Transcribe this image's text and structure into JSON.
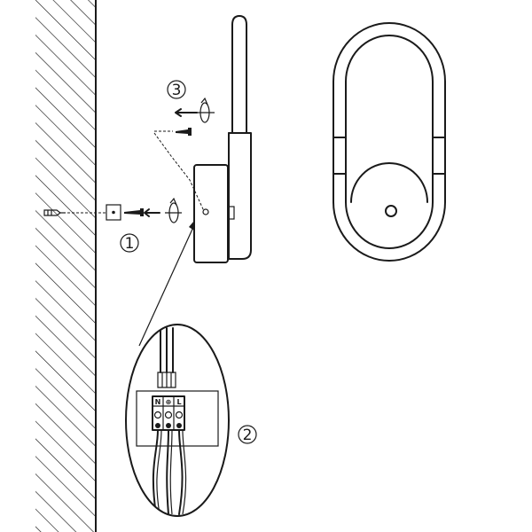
{
  "steps": [
    {
      "number": "1",
      "description": ""
    },
    {
      "number": "2",
      "description": ""
    },
    {
      "number": "3",
      "description": ""
    }
  ],
  "terminal_labels": [
    "N",
    "⊕",
    "L"
  ],
  "colors": {
    "line": "#1a1a1a",
    "background": "#ffffff"
  },
  "icons": [
    "wall-hatch",
    "wall-anchor",
    "screw",
    "rotate-arrow",
    "wall-lamp",
    "terminal-block"
  ]
}
